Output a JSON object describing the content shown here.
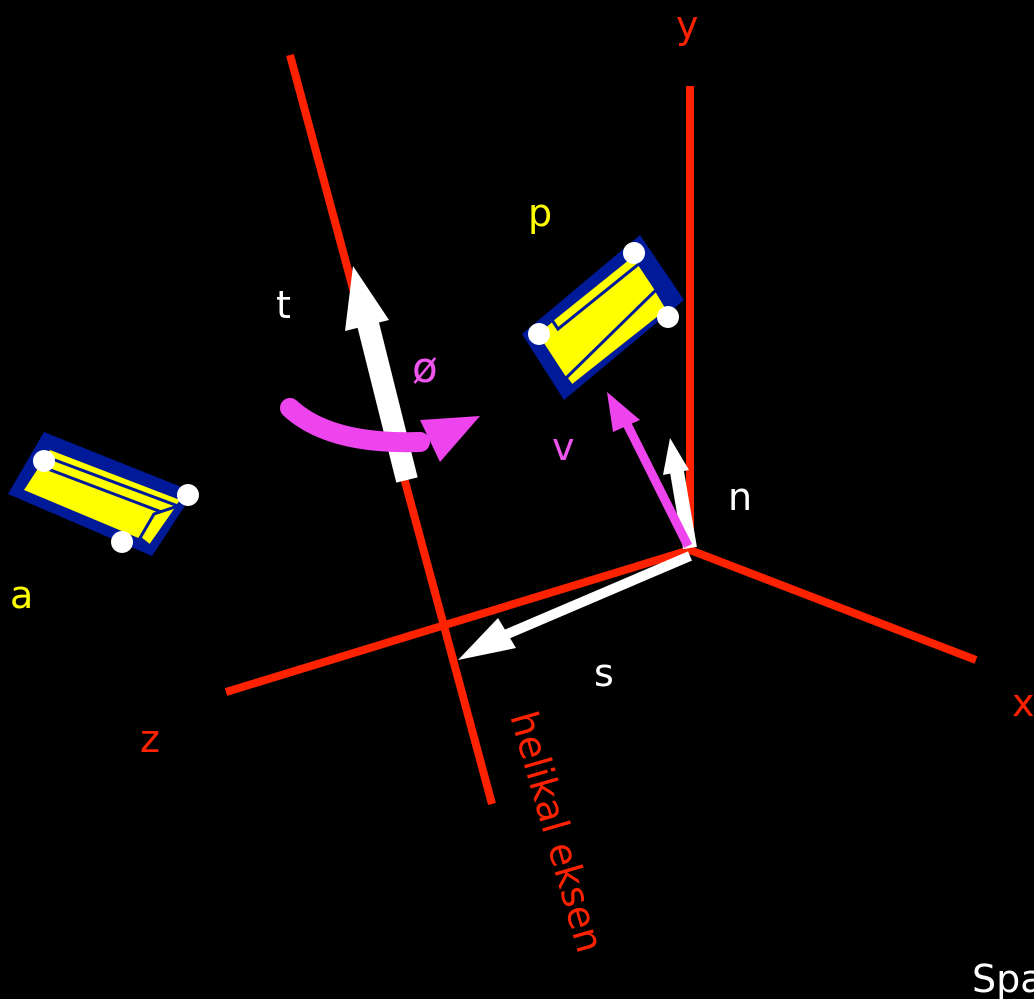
{
  "colors": {
    "background": "#000000",
    "axis": "#ff2200",
    "vector": "#ffffff",
    "rotation": "#ee44ee",
    "body_fill": "#ffff00",
    "body_outline": "#001a99",
    "label_yellow": "#ffff00",
    "label_white": "#ffffff",
    "label_red": "#ff2200",
    "label_magenta": "#ee55ee"
  },
  "labels": {
    "y_axis": "y",
    "x_axis": "x",
    "z_axis": "z",
    "helical_axis": "helikal eksen",
    "translation": "t",
    "rotation_angle": "ø",
    "position_p": "p",
    "position_a": "a",
    "vector_v": "v",
    "vector_n": "n",
    "vector_s": "s",
    "corner_text": "Spa"
  },
  "icons": {
    "rigid_body_p": "rigid-body-box-icon",
    "rigid_body_a": "rigid-body-box-icon",
    "rotation_arrow": "curved-arrow-icon"
  }
}
